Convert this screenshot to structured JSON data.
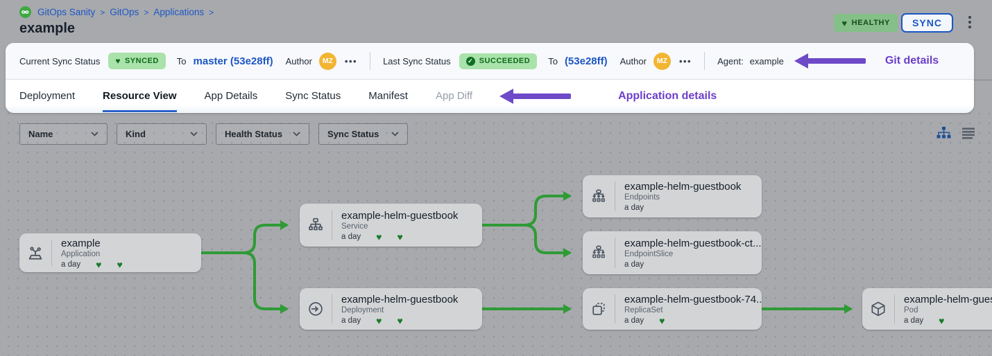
{
  "header": {
    "breadcrumb": {
      "items": [
        "GitOps Sanity",
        "GitOps",
        "Applications"
      ],
      "separator": ">"
    },
    "title": "example",
    "health_badge": "HEALTHY",
    "sync_button": "SYNC"
  },
  "icons": {
    "heart": "♥",
    "check": "✓",
    "more": "•••"
  },
  "status_bar": {
    "current": {
      "label": "Current Sync Status",
      "badge": "SYNCED",
      "to": "To",
      "revision": "master (53e28ff)",
      "author": "Author",
      "avatar": "MZ"
    },
    "last": {
      "label": "Last Sync Status",
      "badge": "SUCCEEDED",
      "to": "To",
      "revision": "(53e28ff)",
      "author": "Author",
      "avatar": "MZ"
    },
    "agent": {
      "label": "Agent:",
      "value": "example"
    },
    "annotation": "Git details"
  },
  "tabs": {
    "items": [
      "Deployment",
      "Resource View",
      "App Details",
      "Sync Status",
      "Manifest",
      "App Diff"
    ],
    "active": "Resource View",
    "annotation": "Application details"
  },
  "filters": {
    "items": [
      "Name",
      "Kind",
      "Health Status",
      "Sync Status"
    ]
  },
  "view_toggles": [
    "tree-view-icon",
    "list-view-icon"
  ],
  "canvas": {
    "nodes": [
      {
        "title": "example",
        "kind": "Application",
        "age": "a day",
        "icon": "application-icon",
        "hearts": [
          "♥",
          "♥"
        ]
      },
      {
        "title": "example-helm-guestbook",
        "kind": "Service",
        "age": "a day",
        "icon": "service-icon",
        "hearts": [
          "♥",
          "♥"
        ]
      },
      {
        "title": "example-helm-guestbook",
        "kind": "Deployment",
        "age": "a day",
        "icon": "deployment-icon",
        "hearts": [
          "♥",
          "♥"
        ]
      },
      {
        "title": "example-helm-guestbook",
        "kind": "Endpoints",
        "age": "a day",
        "icon": "endpoints-icon",
        "hearts": []
      },
      {
        "title": "example-helm-guestbook-ct...",
        "kind": "EndpointSlice",
        "age": "a day",
        "icon": "endpointslice-icon",
        "hearts": []
      },
      {
        "title": "example-helm-guestbook-74...",
        "kind": "ReplicaSet",
        "age": "a day",
        "icon": "replicaset-icon",
        "hearts": [
          "♥"
        ]
      },
      {
        "title": "example-helm-guest",
        "kind": "Pod",
        "age": "a day",
        "icon": "pod-icon",
        "hearts": [
          "♥"
        ]
      }
    ]
  },
  "colors": {
    "accent_blue": "#1d56c4",
    "annotation_purple": "#6c3fc9",
    "connector_green": "#2e9b35",
    "heart_green": "#1a7c29",
    "badge_green_bg": "#a9e3ab",
    "badge_green_text": "#0d6918",
    "health_badge_bg": "#84c087",
    "avatar_bg": "#f2b532",
    "canvas_gray": "#a7a9ad",
    "node_bg": "#d3d4d6"
  }
}
